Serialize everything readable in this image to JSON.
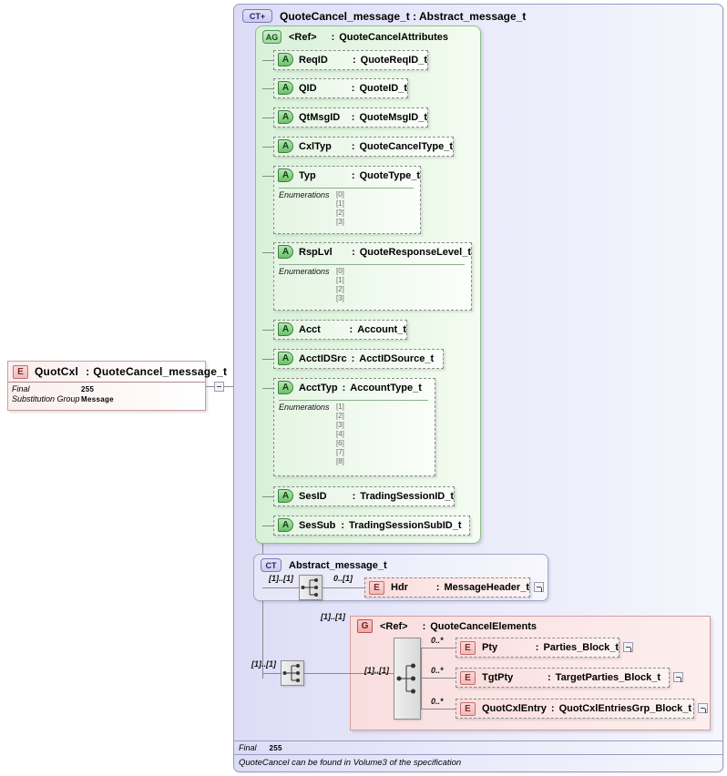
{
  "root_element": {
    "badge": "E",
    "name": "QuotCxl",
    "separator": ":",
    "type": "QuoteCancel_message_t",
    "properties": [
      {
        "key": "Final",
        "value": "255"
      },
      {
        "key": "Substitution Group",
        "value": "Message"
      }
    ]
  },
  "complex_type": {
    "badge": "CT+",
    "title": "QuoteCancel_message_t : Abstract_message_t"
  },
  "attribute_group": {
    "badge": "AG",
    "ref": "<Ref>",
    "separator": ":",
    "type": "QuoteCancelAttributes",
    "attributes": [
      {
        "badge": "A",
        "name": "ReqID",
        "separator": ":",
        "type": "QuoteReqID_t"
      },
      {
        "badge": "A",
        "name": "QID",
        "separator": ":",
        "type": "QuoteID_t"
      },
      {
        "badge": "A",
        "name": "QtMsgID",
        "separator": ":",
        "type": "QuoteMsgID_t"
      },
      {
        "badge": "A",
        "name": "CxlTyp",
        "separator": ":",
        "type": "QuoteCancelType_t"
      },
      {
        "badge": "A",
        "name": "Typ",
        "separator": ":",
        "type": "QuoteType_t",
        "enum_label": "Enumerations",
        "enum_indices": [
          "[0]",
          "[1]",
          "[2]",
          "[3]"
        ]
      },
      {
        "badge": "A",
        "name": "RspLvl",
        "separator": ":",
        "type": "QuoteResponseLevel_t",
        "enum_label": "Enumerations",
        "enum_indices": [
          "[0]",
          "[1]",
          "[2]",
          "[3]"
        ]
      },
      {
        "badge": "A",
        "name": "Acct",
        "separator": ":",
        "type": "Account_t"
      },
      {
        "badge": "A",
        "name": "AcctIDSrc",
        "separator": ":",
        "type": "AcctIDSource_t"
      },
      {
        "badge": "A",
        "name": "AcctTyp",
        "separator": ":",
        "type": "AccountType_t",
        "enum_label": "Enumerations",
        "enum_indices": [
          "[1]",
          "[2]",
          "[3]",
          "[4]",
          "[6]",
          "[7]",
          "[8]"
        ]
      },
      {
        "badge": "A",
        "name": "SesID",
        "separator": ":",
        "type": "TradingSessionID_t"
      },
      {
        "badge": "A",
        "name": "SesSub",
        "separator": ":",
        "type": "TradingSessionSubID_t"
      }
    ]
  },
  "inner_complex_type": {
    "badge": "CT",
    "title": "Abstract_message_t",
    "sequence_cardinality": "[1]..[1]",
    "child": {
      "badge": "E",
      "cardinality": "0..[1]",
      "name": "Hdr",
      "separator": ":",
      "type": "MessageHeader_t",
      "expander": "+"
    }
  },
  "group": {
    "badge": "G",
    "ref": "<Ref>",
    "separator": ":",
    "type": "QuoteCancelElements",
    "outer_cardinality": "[1]..[1]",
    "group_cardinality": "[1]..[1]",
    "sequence_cardinality": "[1]..[1]",
    "elements": [
      {
        "badge": "E",
        "cardinality": "0..*",
        "name": "Pty",
        "separator": ":",
        "type": "Parties_Block_t",
        "expander": "+"
      },
      {
        "badge": "E",
        "cardinality": "0..*",
        "name": "TgtPty",
        "separator": ":",
        "type": "TargetParties_Block_t",
        "expander": "+"
      },
      {
        "badge": "E",
        "cardinality": "0..*",
        "name": "QuotCxlEntry",
        "separator": ":",
        "type": "QuotCxlEntriesGrp_Block_t",
        "expander": "+"
      }
    ]
  },
  "footer": {
    "final_key": "Final",
    "final_value": "255",
    "documentation": "QuoteCancel can be found in Volume3 of the specification"
  }
}
